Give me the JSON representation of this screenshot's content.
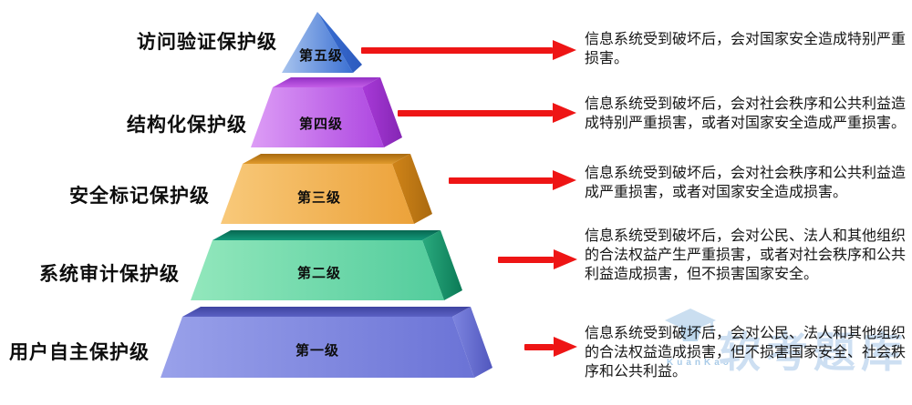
{
  "pyramid": {
    "levels": [
      {
        "id": 5,
        "name": "访问验证保护级",
        "tier": "第五级",
        "color": "#3d74d4",
        "description": "信息系统受到破坏后，会对国家安全造成特别严重损害。"
      },
      {
        "id": 4,
        "name": "结构化保护级",
        "tier": "第四级",
        "color": "#bb55e6",
        "description": "信息系统受到破坏后，会对社会秩序和公共利益造成特别严重损害，或者对国家安全造成严重损害。"
      },
      {
        "id": 3,
        "name": "安全标记保护级",
        "tier": "第三级",
        "color": "#f2ab45",
        "description": "信息系统受到破坏后，会对社会秩序和公共利益造成严重损害，或者对国家安全造成损害。"
      },
      {
        "id": 2,
        "name": "系统审计保护级",
        "tier": "第二级",
        "color": "#63d2a4",
        "description": "信息系统受到破坏后，会对公民、法人和其他组织的合法权益产生严重损害，或者对社会秩序和公共利益造成损害，但不损害国家安全。"
      },
      {
        "id": 1,
        "name": "用户自主保护级",
        "tier": "第一级",
        "color": "#7d85e0",
        "description": "信息系统受到破坏后，会对公民、法人和其他组织的合法权益造成损害，但不损害国家安全、社会秩序和公共利益。"
      }
    ]
  },
  "colors": {
    "arrow_red": "#ee1515",
    "watermark_blue": "#bdd6ec"
  },
  "watermark": {
    "brand": "KuanKao",
    "text": "软考题库",
    "icon": "graduation-cap-icon"
  }
}
